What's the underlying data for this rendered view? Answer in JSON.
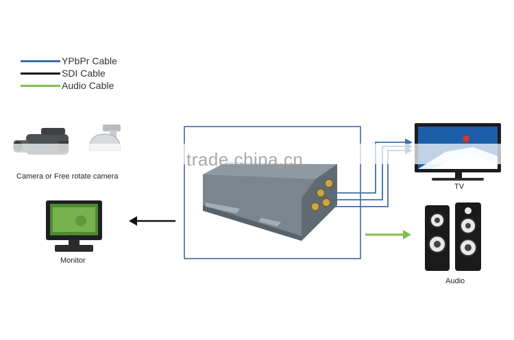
{
  "legend": [
    {
      "label": "YPbPr Cable",
      "color": "#3b6ea5"
    },
    {
      "label": "SDI Cable",
      "color": "#111111"
    },
    {
      "label": "Audio Cable",
      "color": "#7cc04b"
    }
  ],
  "labels": {
    "camera": "Camera or Free rotate camera",
    "monitor": "Monitor",
    "tv": "TV",
    "audio": "Audio"
  },
  "watermark": "trade.china.cn",
  "colors": {
    "frame": "#3b5a8f",
    "ypbpr": "#3b6ea5",
    "sdi": "#111111",
    "audio": "#7cc04b",
    "device": "#6f7a83"
  }
}
